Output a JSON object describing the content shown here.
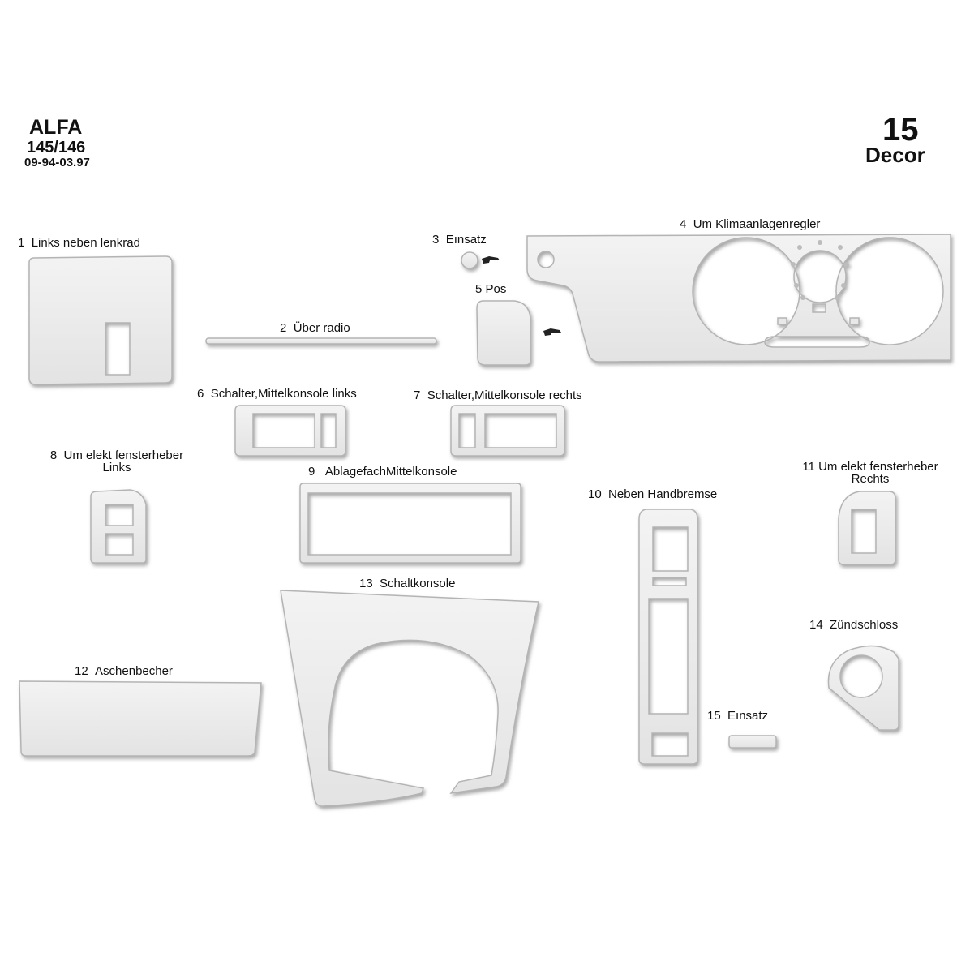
{
  "header": {
    "brand": "ALFA",
    "model": "145/146",
    "years": "09-94-03.97",
    "piece_count": "15",
    "finish": "Decor"
  },
  "parts": [
    {
      "number": "1",
      "name": "Links neben lenkrad"
    },
    {
      "number": "2",
      "name": "Über radio"
    },
    {
      "number": "3",
      "name": "Eınsatz"
    },
    {
      "number": "4",
      "name": "Um Klimaanlagenregler"
    },
    {
      "number": "5",
      "name": "Pos"
    },
    {
      "number": "6",
      "name": "Schalter,Mittelkonsole links"
    },
    {
      "number": "7",
      "name": "Schalter,Mittelkonsole rechts"
    },
    {
      "number": "8",
      "name": "Um elekt fensterheber",
      "line2": "Links"
    },
    {
      "number": "9",
      "name": "AblagefachMittelkonsole"
    },
    {
      "number": "10",
      "name": "Neben Handbremse"
    },
    {
      "number": "11",
      "name": "Um elekt fensterheber",
      "line2": "Rechts"
    },
    {
      "number": "12",
      "name": "Aschenbecher"
    },
    {
      "number": "13",
      "name": "Schaltkonsole"
    },
    {
      "number": "14",
      "name": "Zündschloss"
    },
    {
      "number": "15",
      "name": "Eınsatz"
    }
  ],
  "colors": {
    "part_fill": "#ececec",
    "part_edge": "#b4b4b4",
    "text": "#111111",
    "pointer": "#222222"
  },
  "icons": [
    "pointing-hand-icon"
  ]
}
